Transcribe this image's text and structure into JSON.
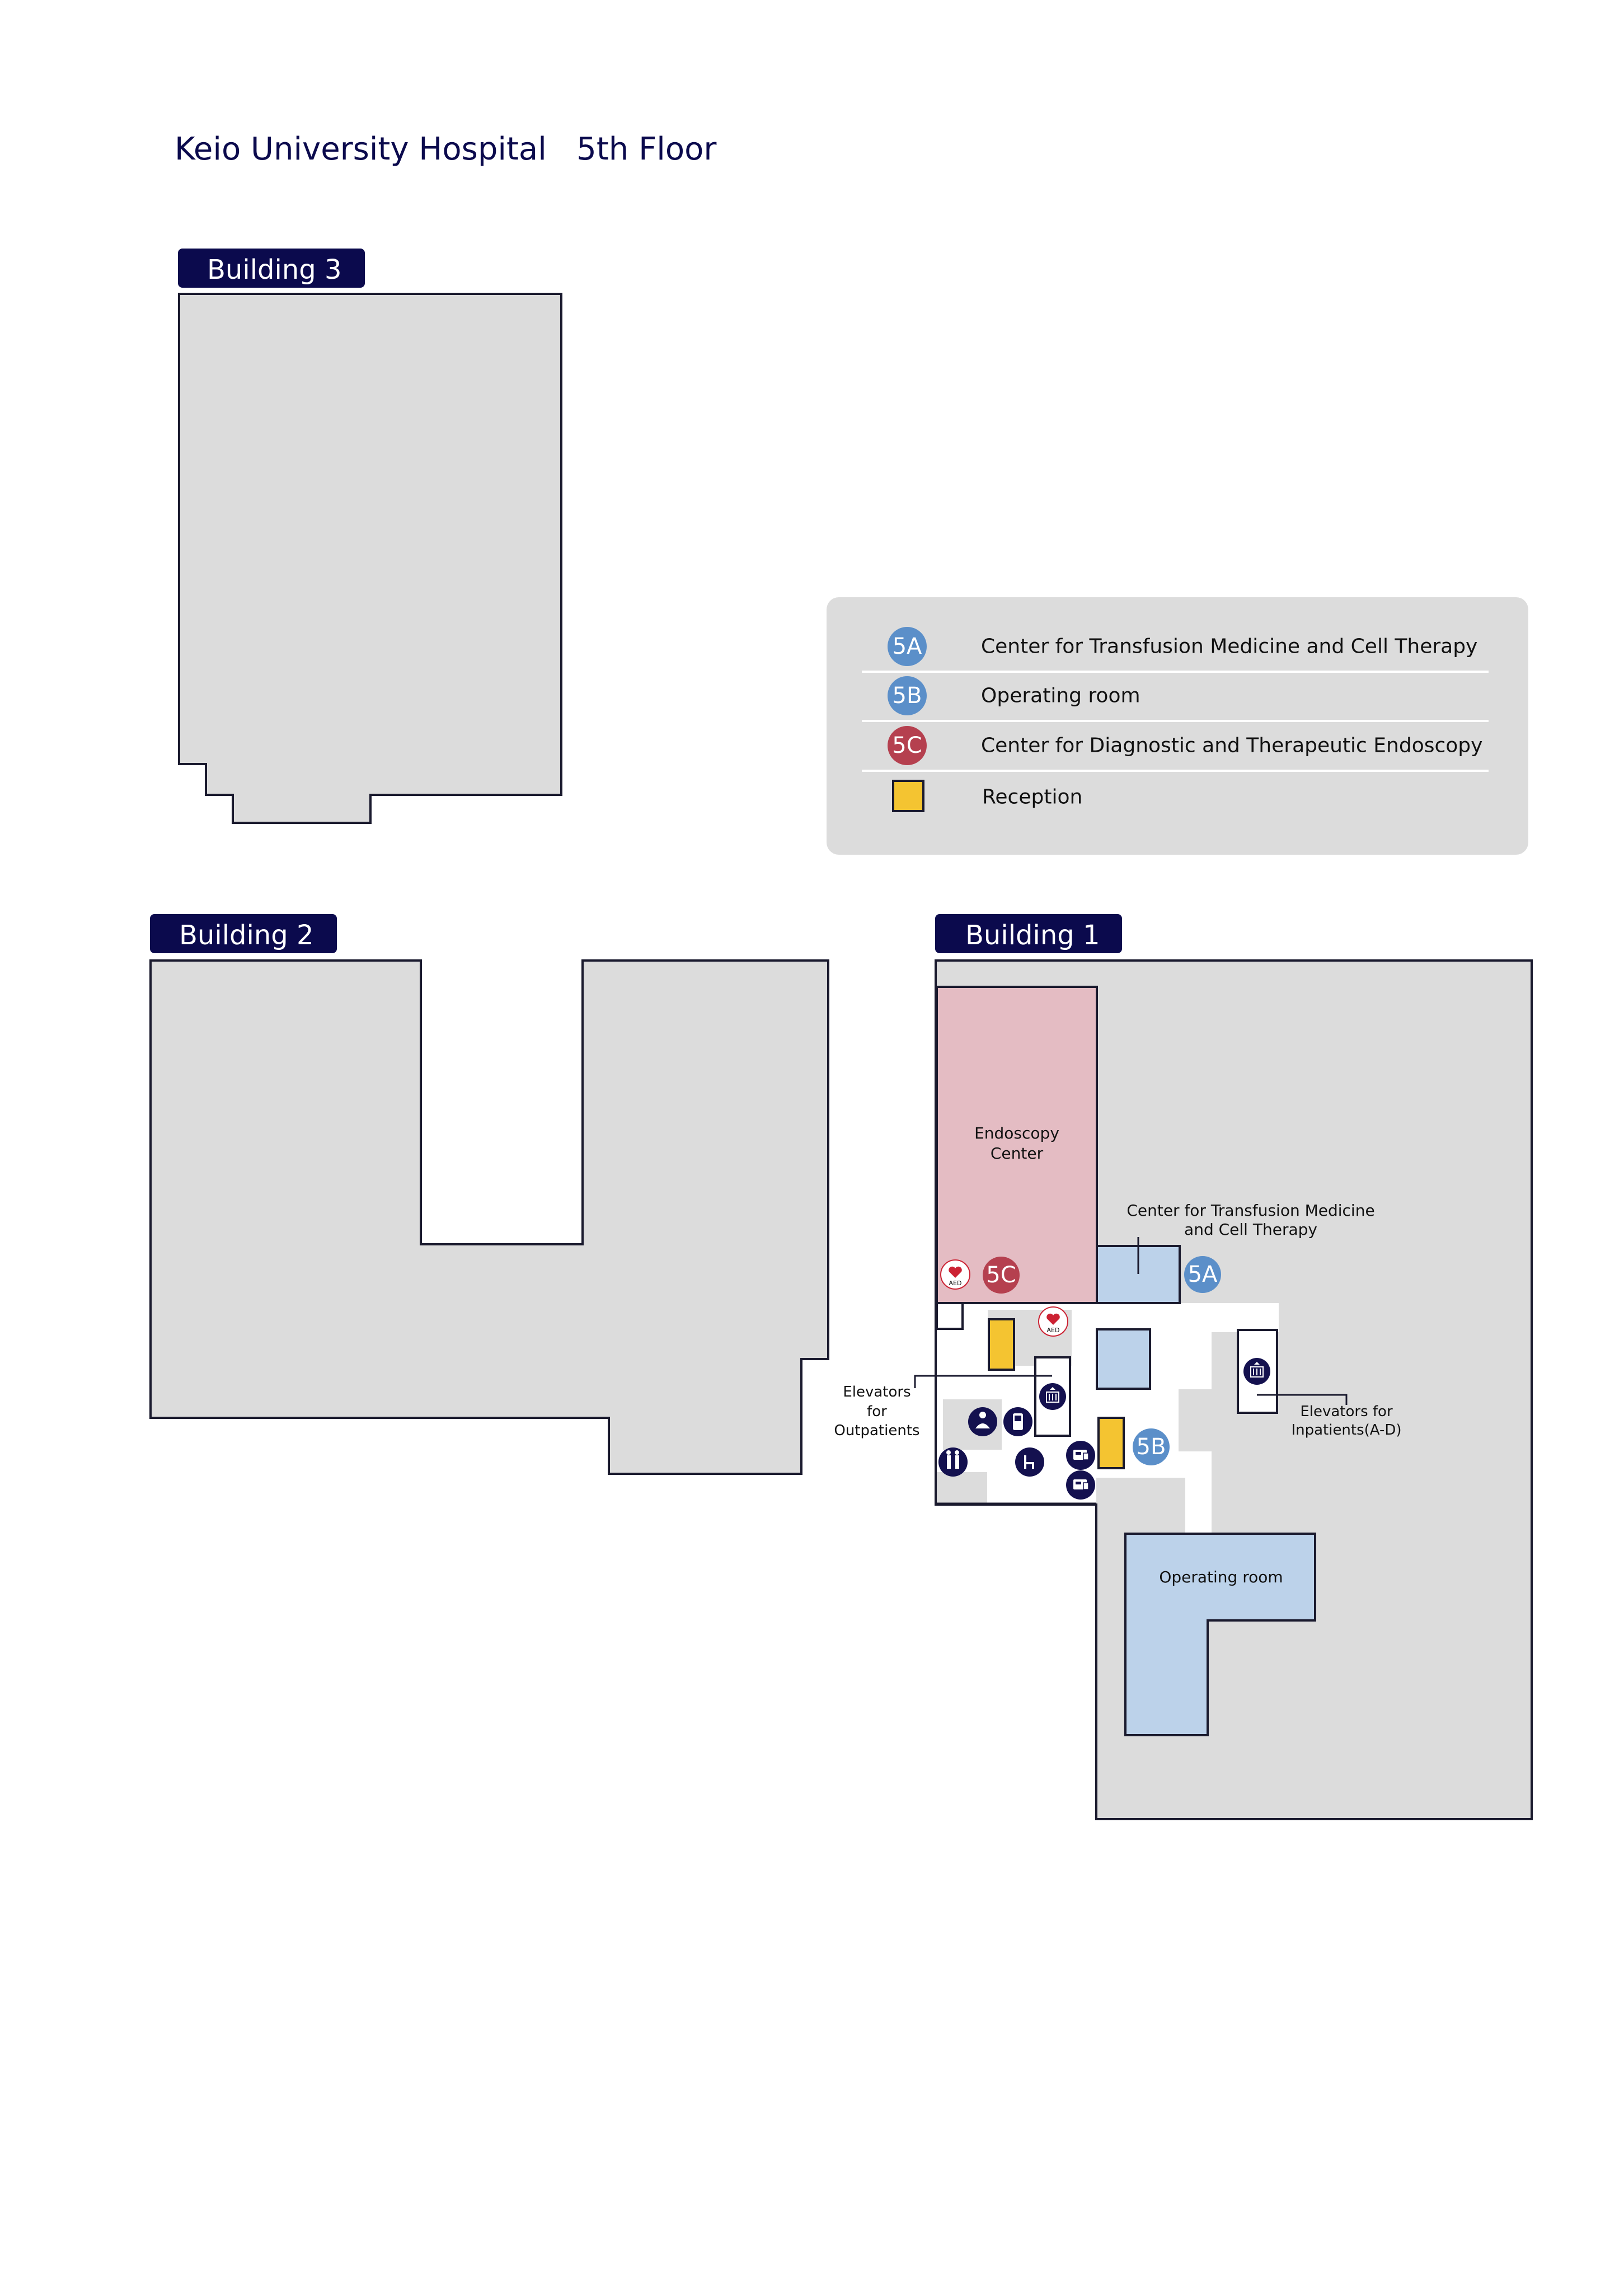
{
  "title": "Keio University Hospital   5th Floor",
  "colors": {
    "navy": "#0b0a4d",
    "building_fill": "#dcdcdc",
    "endoscopy_fill": "#e4bcc3",
    "operating_fill": "#bcd2ea",
    "reception_fill": "#f4c431",
    "badge_blue": "#5b8fc9",
    "badge_red": "#b5404f"
  },
  "buildings": {
    "building3": "Building 3",
    "building2": "Building 2",
    "building1": "Building 1"
  },
  "legend": {
    "items": [
      {
        "badge": "5A",
        "badge_color": "blue",
        "label": "Center for Transfusion Medicine and Cell Therapy"
      },
      {
        "badge": "5B",
        "badge_color": "blue",
        "label": "Operating room"
      },
      {
        "badge": "5C",
        "badge_color": "red",
        "label": "Center for Diagnostic and Therapeutic Endoscopy"
      },
      {
        "badge": "",
        "badge_color": "reception-square",
        "label": "Reception"
      }
    ]
  },
  "rooms": {
    "endoscopy_line1": "Endoscopy",
    "endoscopy_line2": "Center",
    "transfusion_line1": "Center for Transfusion Medicine",
    "transfusion_line2": "and Cell Therapy",
    "operating": "Operating room"
  },
  "elevators": {
    "outpatients_line1": "Elevators",
    "outpatients_line2": "for",
    "outpatients_line3": "Outpatients",
    "inpatients_line1": "Elevators for",
    "inpatients_line2": "Inpatients(A-D)"
  },
  "badges": {
    "a": "5A",
    "b": "5B",
    "c": "5C"
  },
  "aed": "AED",
  "icons": [
    "aed-icon",
    "elevator-icon",
    "baby-care-icon",
    "phone-icon",
    "restroom-icon",
    "accessible-restroom-icon",
    "atm-icon"
  ]
}
